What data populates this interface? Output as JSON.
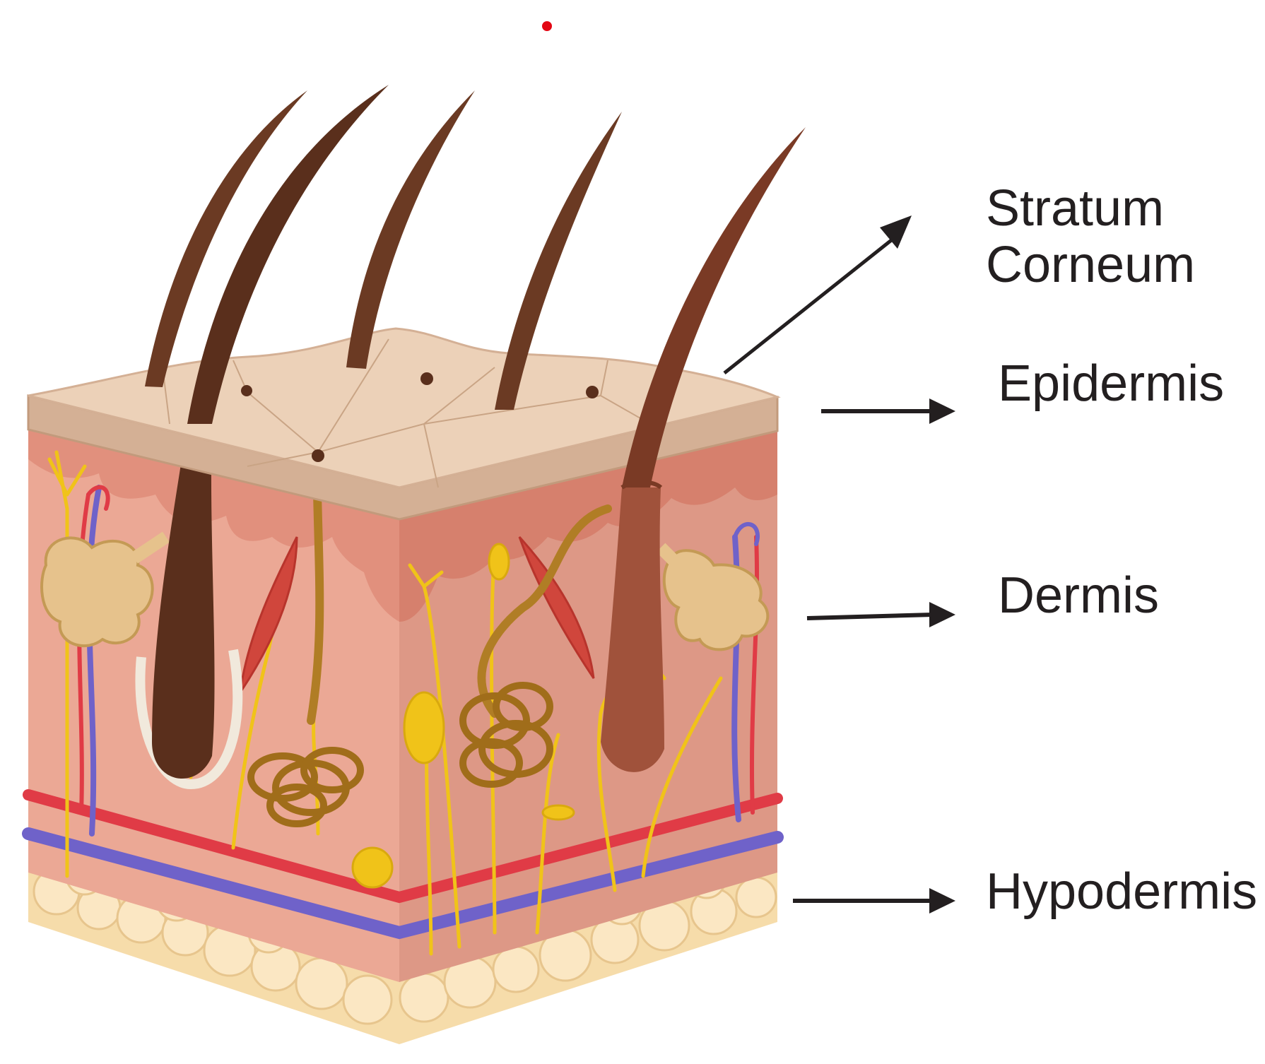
{
  "labels": {
    "stratum_corneum": [
      "Stratum",
      "Corneum"
    ],
    "epidermis": "Epidermis",
    "dermis": "Dermis",
    "hypodermis": "Hypodermis"
  },
  "colors": {
    "surface": "#ecd1b8",
    "epidermis_band": "#d4b095",
    "dermis_front": "#e9a28f",
    "dermis_side": "#d98f7b",
    "dermis_papillae": "#dc8673",
    "hypodermis_fat": "#f6dcaa",
    "hair": "#6b3a23",
    "follicle": "#8a4a33",
    "sweat_gland": "#b07d25",
    "nerve": "#f0c319",
    "artery": "#e03b46",
    "vein": "#6f62c9",
    "muscle": "#d0463c",
    "sebaceous_gland": "#e6c28c",
    "arrow": "#231f20",
    "text": "#231f20",
    "marker_dot": "#e30613"
  }
}
